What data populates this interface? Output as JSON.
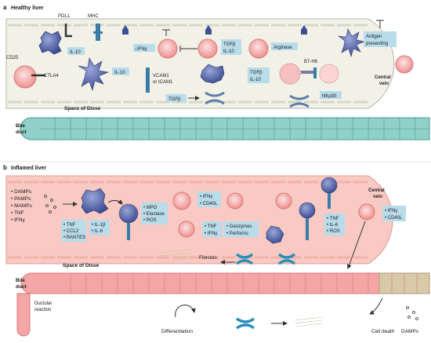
{
  "healthy": {
    "panel_letter": "a",
    "title": "Healthy liver",
    "labels": {
      "pdl1": "PDL1",
      "mhc": "MHC",
      "cd25": "CD25",
      "ctla4": "CTLA4",
      "il10_a": "IL-10",
      "il10_b": "IL-10",
      "ifng_down": "↓IFNγ",
      "tgfb_il10_1": "TGFβ",
      "tgfb_il10_1b": "IL-10",
      "arginase": "Arginase",
      "b7h6": "B7-H6",
      "tgfb_il10_2": "TGFβ",
      "tgfb_il10_2b": "IL-10",
      "nkp30": "NKp30",
      "vcam1": "VCAM1",
      "icam1": "or ICAM1",
      "tgfb_disse": "TGFβ",
      "antigen": "Antigen",
      "presenting": "presenting",
      "central": "Central",
      "vein": "vein",
      "space_of_disse": "Space of Disse",
      "bile": "Bile",
      "duct": "duct"
    }
  },
  "inflamed": {
    "panel_letter": "b",
    "title": "Inflamed liver",
    "danger_list": [
      "DAMPs",
      "PAMPs",
      "MAMPs",
      "TNF",
      "IFNγ"
    ],
    "cytokines_1": [
      "TNF",
      "CCL2",
      "RANTES"
    ],
    "cytokines_2": [
      "IL-1β",
      "IL-6"
    ],
    "neutrophil_products": [
      "MPO",
      "Elastase",
      "ROS"
    ],
    "ifng_cd40l_1": [
      "IFNγ",
      "CD40L"
    ],
    "tnf_ifng": [
      "TNF",
      "IFNγ"
    ],
    "granzymes": [
      "Ganzymes",
      "Perforins"
    ],
    "mono_products": [
      "TNF",
      "IL-6",
      "ROS"
    ],
    "ifng_cd40l_2": [
      "IFNγ",
      "CD40L"
    ],
    "labels": {
      "central": "Central",
      "vein": "vein",
      "fibrosis": "Fibrosis",
      "space_of_disse": "Space of Disse",
      "bile": "Bile",
      "duct": "duct",
      "ductular": "Ductular",
      "reaction": "reaction",
      "differentiation": "Differentiation",
      "cell_death": "Cell death",
      "damps": "DAMPs"
    }
  },
  "colors": {
    "sinusoid_healthy": "#f2f1e8",
    "sinusoid_inflamed": "#f9c9c4",
    "hepatocyte_teal": "#8fd0c8",
    "hepatocyte_pink": "#f4a6a6",
    "cell_blue": "#5566a8",
    "label_box": "#b9dcea",
    "rbc": "#f08080",
    "dead_cells": "#d8c9a8"
  }
}
